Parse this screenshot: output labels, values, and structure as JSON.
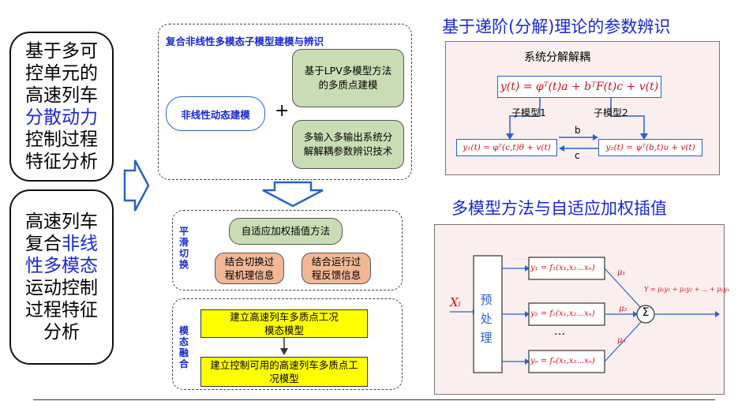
{
  "left": {
    "box1": {
      "lines": [
        "基于多可",
        "控单元的",
        "高速列车"
      ],
      "highlight": "分散动力",
      "lines_after": [
        "控制过程",
        "特征分析"
      ]
    },
    "box2": {
      "line1": "高速列车",
      "line2a": "复合",
      "line2b": "非线",
      "line3a": "性多模态",
      "line4": "运动控制",
      "line5": "过程特征",
      "line6": "分析"
    }
  },
  "top_group": {
    "title": "复合非线性多模态子模型建模与辨识",
    "nonlinear": "非线性动态建模",
    "plus": "+",
    "lpv": "基于LPV多模型方法的多质点建模",
    "mimo": "多输入多输出系统分解解耦参数辨识技术"
  },
  "smooth_group": {
    "label": "平滑切换",
    "adaptive": "自适应加权插值方法",
    "switch_mech": "结合切换过程机理信息",
    "feedback": "结合运行过程反馈信息"
  },
  "fusion_group": {
    "label": "模态融合",
    "model1": "建立高速列车多质点工况模态模型",
    "model2": "建立控制可用的高速列车多质点工况模型"
  },
  "right_top": {
    "title": "基于递阶(分解)理论的参数辨识",
    "subtitle": "系统分解解耦",
    "main_eq": "y(t) = φᵀ(t)a + bᵀF(t)c + v(t)",
    "sub1": "子模型1",
    "sub2": "子模型2",
    "eq1": "y₁(t) = φᵀ(c,t)θ + v(t)",
    "eq2": "y₂(t) = ψᵀ(b,t)υ + v(t)",
    "b": "b",
    "c": "c"
  },
  "right_bottom": {
    "title": "多模型方法与自适应加权插值",
    "input": "Xᵢ",
    "preproc": "预处理",
    "f1": "y₁ = f₁(x₁,x₂...xₙ)",
    "f2": "y₂ = f₂(x₁,x₂...xₙ)",
    "fn": "yₙ = fₙ(x₁,x₂...xₙ)",
    "dots": "…",
    "mu1": "μ₁",
    "mu2": "μ₂",
    "mun": "μₙ",
    "sigma": "Σ",
    "output": "Y = μ₁y₁ + μ₂y₂ + ... + μₙyₙ"
  },
  "colors": {
    "accent_blue": "#1a28d0",
    "green": "#c9ddb4",
    "orange": "#f2b896",
    "yellow": "#ffff00",
    "red_text": "#c8141e",
    "panel_bg": "#fbeeee"
  }
}
